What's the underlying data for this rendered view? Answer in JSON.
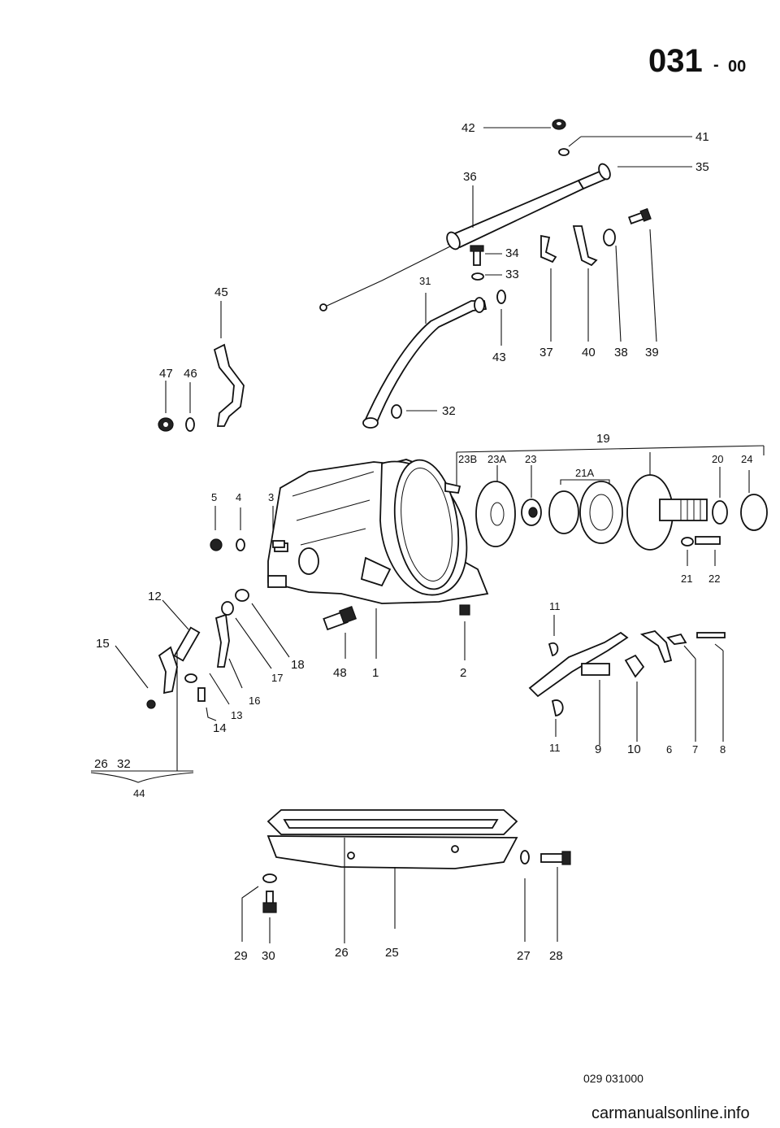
{
  "header": {
    "code_main": "031",
    "code_dash": "-",
    "code_sub": "00"
  },
  "footer": {
    "reference": "029 031000",
    "watermark": "carmanualsonline.info"
  },
  "callouts": {
    "c1": "1",
    "c2": "2",
    "c3": "3",
    "c4": "4",
    "c5": "5",
    "c6": "6",
    "c7": "7",
    "c8": "8",
    "c9": "9",
    "c10": "10",
    "c11a": "11",
    "c11b": "11",
    "c12": "12",
    "c13": "13",
    "c14": "14",
    "c15": "15",
    "c16": "16",
    "c17": "17",
    "c18": "18",
    "c19": "19",
    "c20": "20",
    "c21": "21",
    "c21A": "21A",
    "c22": "22",
    "c23": "23",
    "c23A": "23A",
    "c23B": "23B",
    "c24": "24",
    "c25": "25",
    "c26": "26",
    "c26b": "26",
    "c27": "27",
    "c28": "28",
    "c29": "29",
    "c30": "30",
    "c31": "31",
    "c32": "32",
    "c32b": "32",
    "c33": "33",
    "c34": "34",
    "c35": "35",
    "c36": "36",
    "c37": "37",
    "c38": "38",
    "c39": "39",
    "c40": "40",
    "c41": "41",
    "c42": "42",
    "c43": "43",
    "c44": "44",
    "c45": "45",
    "c46": "46",
    "c47": "47",
    "c48": "48"
  }
}
